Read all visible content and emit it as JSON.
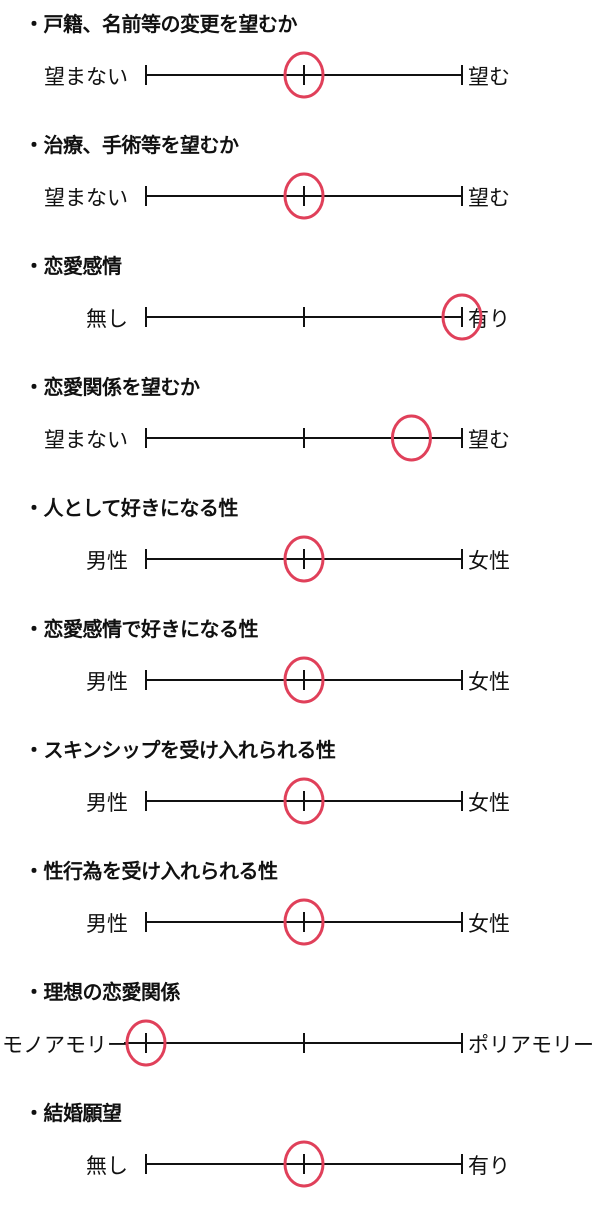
{
  "colors": {
    "marker": "#e0405a",
    "line": "#111111"
  },
  "items": [
    {
      "question": "・戸籍、名前等の変更を望むか",
      "left": "望まない",
      "right": "望む",
      "value": 0.5
    },
    {
      "question": "・治療、手術等を望むか",
      "left": "望まない",
      "right": "望む",
      "value": 0.5
    },
    {
      "question": "・恋愛感情",
      "left": "無し",
      "right": "有り",
      "value": 1.0
    },
    {
      "question": "・恋愛関係を望むか",
      "left": "望まない",
      "right": "望む",
      "value": 0.84
    },
    {
      "question": "・人として好きになる性",
      "left": "男性",
      "right": "女性",
      "value": 0.5
    },
    {
      "question": "・恋愛感情で好きになる性",
      "left": "男性",
      "right": "女性",
      "value": 0.5
    },
    {
      "question": "・スキンシップを受け入れられる性",
      "left": "男性",
      "right": "女性",
      "value": 0.5
    },
    {
      "question": "・性行為を受け入れられる性",
      "left": "男性",
      "right": "女性",
      "value": 0.5
    },
    {
      "question": "・理想の恋愛関係",
      "left": "モノアモリー",
      "right": "ポリアモリー",
      "value": 0.0
    },
    {
      "question": "・結婚願望",
      "left": "無し",
      "right": "有り",
      "value": 0.5
    }
  ]
}
